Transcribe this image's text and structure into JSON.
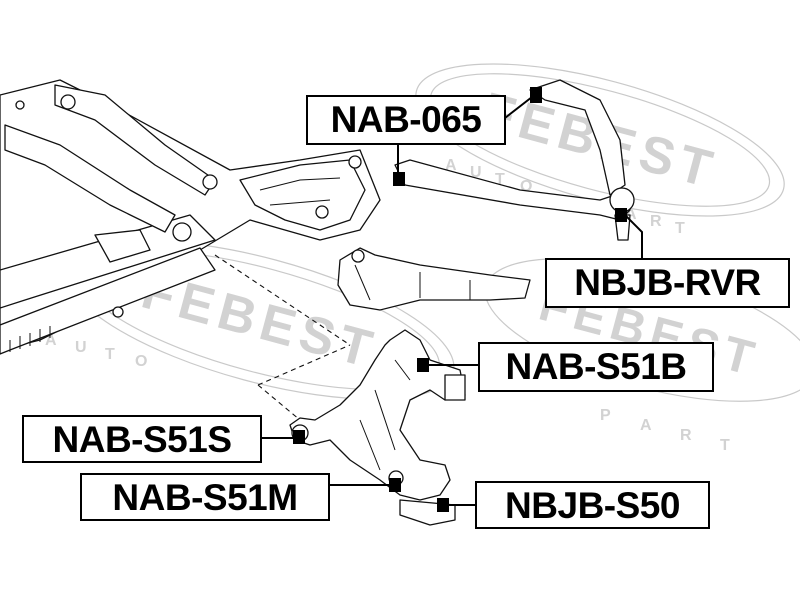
{
  "watermark": {
    "brand": "FEBEST",
    "tagline_letters": [
      "A",
      "U",
      "T",
      "O",
      "P",
      "A",
      "R",
      "T"
    ]
  },
  "labels": {
    "nab_065": "NAB-065",
    "nbjb_rvr": "NBJB-RVR",
    "nab_s51b": "NAB-S51B",
    "nab_s51s": "NAB-S51S",
    "nab_s51m": "NAB-S51M",
    "nbjb_s50": "NBJB-S50"
  }
}
